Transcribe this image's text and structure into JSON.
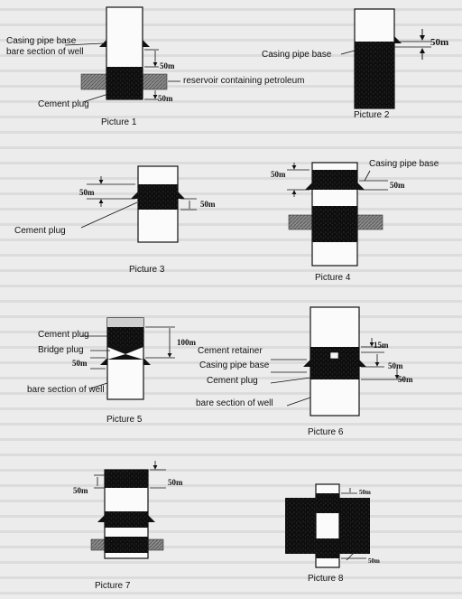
{
  "colors": {
    "page_background": "#ececec",
    "pipe_white": "#fbfbfb",
    "cement_black": "#0e0e0e",
    "reservoir_gray": "#8a8a8a",
    "line": "#111111"
  },
  "labels": {
    "casing_pipe_base": "Casing pipe base",
    "bare_section_of_well": "bare section of well",
    "reservoir_containing_petroleum": "reservoir containing petroleum",
    "cement_plug": "Cement plug",
    "bridge_plug": "Bridge plug",
    "cement_retainer": "Cement retainer"
  },
  "dimensions": {
    "d50": "50m",
    "d100": "100m",
    "d15": "15m"
  },
  "captions": {
    "p1": "Picture 1",
    "p2": "Picture 2",
    "p3": "Picture 3",
    "p4": "Picture 4",
    "p5": "Picture 5",
    "p6": "Picture 6",
    "p7": "Picture 7",
    "p8": "Picture 8"
  }
}
